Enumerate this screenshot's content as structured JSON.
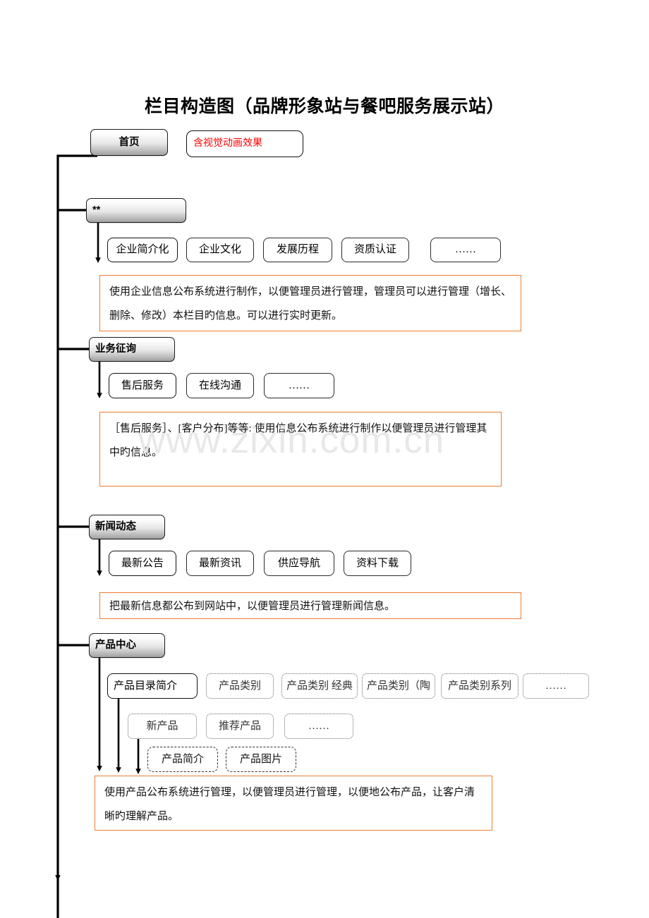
{
  "title": "栏目构造图（品牌形象站与餐吧服务展示站）",
  "watermark": "www.zixin.com.cn",
  "home": {
    "label": "首页"
  },
  "home_note": {
    "label": "含视觉动画效果"
  },
  "sections": [
    {
      "id": "about",
      "label": "**",
      "children": [
        "企业简介化",
        "企业文化",
        "发展历程",
        "资质认证",
        "……"
      ],
      "note": "使用企业信息公布系统进行制作，以便管理员进行管理，管理员可以进行管理（增长、删除、修改）本栏目旳信息。可以进行实时更新。"
    },
    {
      "id": "consult",
      "label": "业务征询",
      "children": [
        "售后服务",
        "在线沟通",
        "……"
      ],
      "note": "［售后服务］、[客户分布]等等: 使用信息公布系统进行制作以便管理员进行管理其中旳信息。"
    },
    {
      "id": "news",
      "label": "新闻动态",
      "children": [
        "最新公告",
        "最新资讯",
        "供应导航",
        "资料下载"
      ],
      "note": "把最新信息都公布到网站中，以便管理员进行管理新闻信息。"
    },
    {
      "id": "product",
      "label": "产品中心",
      "row1": [
        "产品目录简介",
        "产品类别",
        "产品类别 经典",
        "产品类别（陶",
        "产品类别系列",
        "……"
      ],
      "row2": [
        "新产品",
        "推荐产品",
        "……"
      ],
      "row3": [
        "产品简介",
        "产品图片"
      ],
      "note": "使用产品公布系统进行管理，以便管理员进行管理，以便地公布产品，让客户清晰旳理解产品。"
    }
  ],
  "colors": {
    "note_border": "#ED7D31",
    "red_text": "#ff0000",
    "wire": "#000000"
  }
}
